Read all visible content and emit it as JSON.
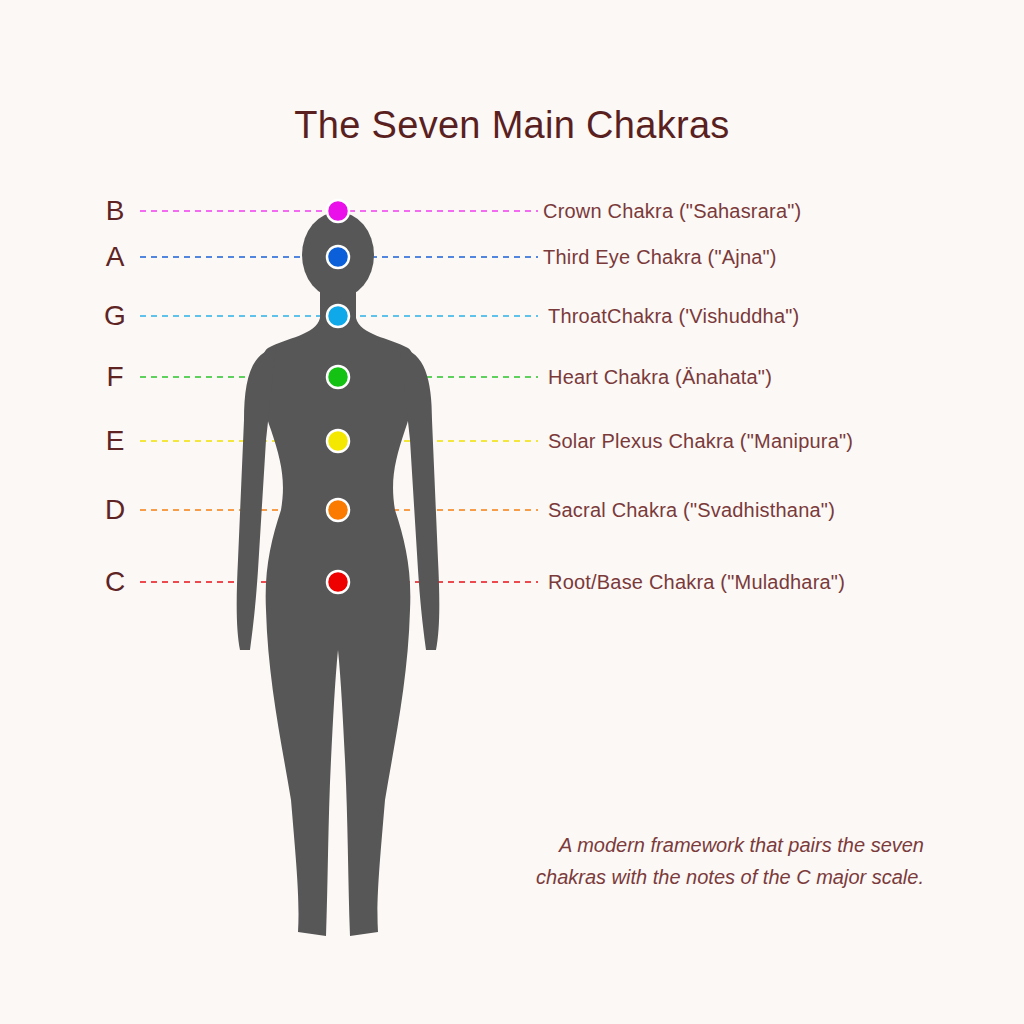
{
  "diagram": {
    "title": "The Seven Main Chakras",
    "caption": "A modern framework that pairs the seven chakras with the notes of the C major scale.",
    "labels": [
      "B",
      "Crown Chakra (\"Sahasrara\")",
      "A",
      "Third Eye Chakra (\"Ajna\")",
      "G",
      "ThroatChakra ('Vishuddha\")",
      "F",
      "Heart Chakra (Änahata\")",
      "E",
      "Solar Plexus Chakra (\"Manipura\")",
      "D",
      "Sacral Chakra (\"Svadhisthana\")",
      "C",
      "Root/Base Chakra (\"Muladhara\")"
    ]
  }
}
